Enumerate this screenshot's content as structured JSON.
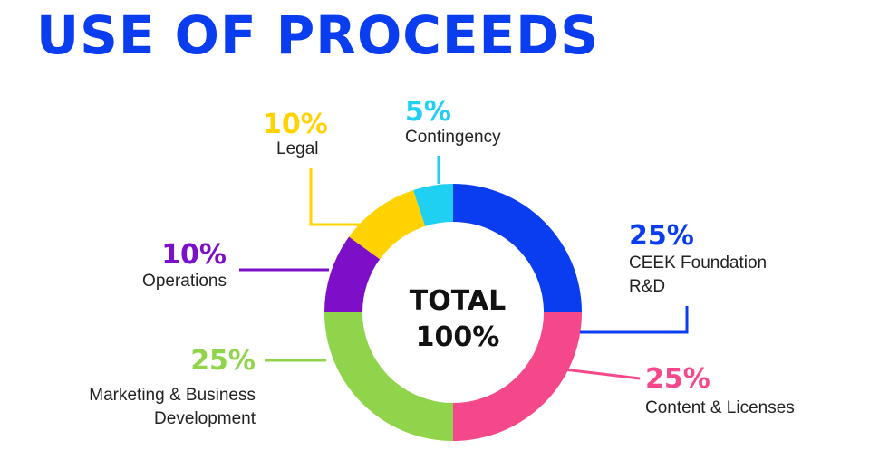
{
  "title": "USE OF PROCEEDS",
  "title_color": "#0a3cf0",
  "center": {
    "line1": "TOTAL",
    "line2": "100%"
  },
  "chart_data": {
    "type": "pie",
    "style": "donut",
    "total_label": "TOTAL 100%",
    "slices": [
      {
        "label_lines": [
          "CEEK Foundation",
          "R&D"
        ],
        "value": 25,
        "value_label": "25%",
        "color": "#0a3cf0",
        "label_side": "right"
      },
      {
        "label_lines": [
          "Content & Licenses"
        ],
        "value": 25,
        "value_label": "25%",
        "color": "#f4488a",
        "label_side": "right"
      },
      {
        "label_lines": [
          "Marketing & Business",
          "Development"
        ],
        "value": 25,
        "value_label": "25%",
        "color": "#8fd44a",
        "label_side": "left"
      },
      {
        "label_lines": [
          "Operations"
        ],
        "value": 10,
        "value_label": "10%",
        "color": "#7d0fc8",
        "label_side": "left"
      },
      {
        "label_lines": [
          "Legal"
        ],
        "value": 10,
        "value_label": "10%",
        "color": "#ffd200",
        "label_side": "left"
      },
      {
        "label_lines": [
          "Contingency"
        ],
        "value": 5,
        "value_label": "5%",
        "color": "#1fd0f2",
        "label_side": "top"
      }
    ]
  }
}
